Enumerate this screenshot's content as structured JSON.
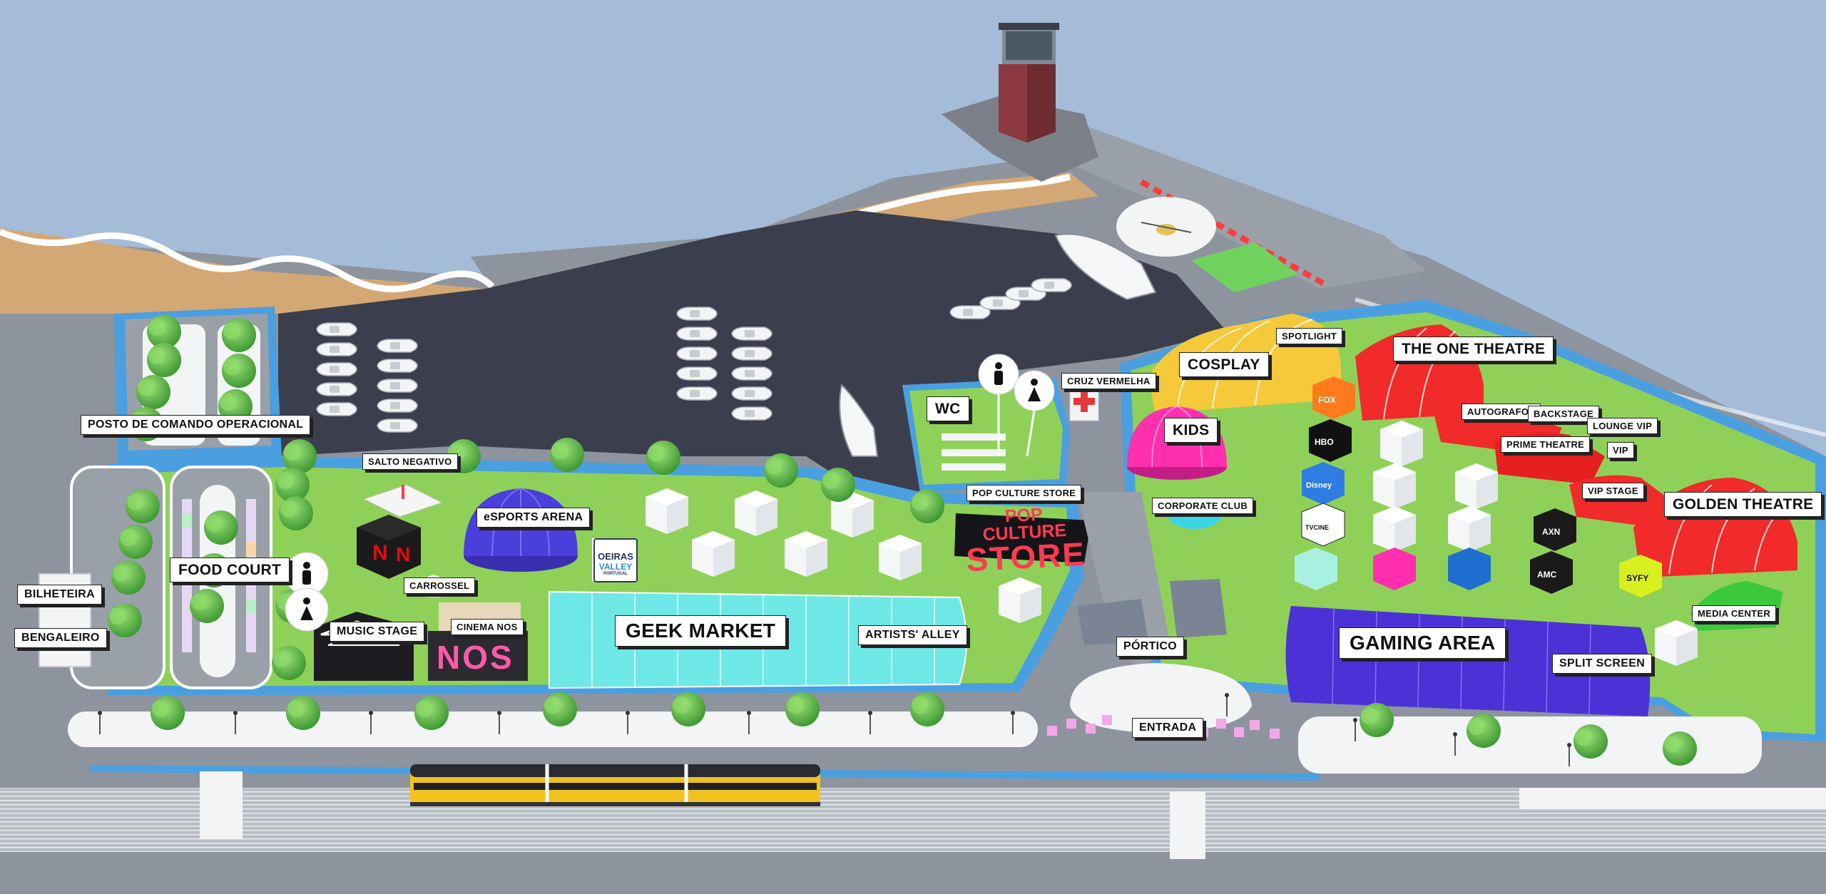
{
  "colors": {
    "sky": "#a4bcd8",
    "sand": "#d4a874",
    "water": "#3b3f4d",
    "grass": "#8fd158",
    "path": "#4a9fe0",
    "road": "#9aa0a8",
    "geek_market_tent": "#6ee8e6",
    "esports_dome": "#4b3fdc",
    "kids_dome": "#ff2fae",
    "cosplay_tent": "#f6c93a",
    "theatre_tents": "#f12a2a",
    "gaming_tent": "#4a32d6",
    "store_accent": "#ff3b52"
  },
  "labels": {
    "posto_comando": "POSTO DE COMANDO OPERACIONAL",
    "salto_negativo": "SALTO NEGATIVO",
    "esports_arena": "eSPORTS ARENA",
    "food_court": "FOOD COURT",
    "carrossel": "CARROSSEL",
    "bilheteira": "BILHETEIRA",
    "bengaleiro": "BENGALEIRO",
    "music_stage": "MUSIC STAGE",
    "cinema_nos": "CINEMA NOS",
    "geek_market": "GEEK MARKET",
    "artists_alley": "ARTISTS' ALLEY",
    "wc": "WC",
    "pop_culture_store": "POP CULTURE STORE",
    "cruz_vermelha": "CRUZ VERMELHA",
    "portico": "PÓRTICO",
    "entrada": "ENTRADA",
    "cosplay": "COSPLAY",
    "spotlight": "SPOTLIGHT",
    "kids": "KIDS",
    "corporate_club": "CORPORATE CLUB",
    "the_one_theatre": "THE ONE THEATRE",
    "autografos": "AUTOGRAFOS",
    "backstage": "BACKSTAGE",
    "lounge_vip": "LOUNGE VIP",
    "prime_theatre": "PRIME THEATRE",
    "vip": "VIP",
    "vip_stage": "VIP STAGE",
    "golden_theatre": "GOLDEN THEATRE",
    "gaming_area": "GAMING AREA",
    "split_screen": "SPLIT SCREEN",
    "media_center": "MEDIA CENTER"
  },
  "signage": {
    "store_line1": "POP CULTURE",
    "store_line2": "STORE",
    "nos_logo": "NOS",
    "oeiras_line1": "OEIRAS",
    "oeiras_line2": "VALLEY",
    "oeiras_line3": "PORTUGAL",
    "brand_cubes": [
      "FOX",
      "HBO",
      "Disney",
      "TVCINE",
      "AMC",
      "SYFY",
      "AXN"
    ]
  },
  "icons": [
    "restroom-male-icon",
    "restroom-female-icon",
    "red-cross-icon",
    "netflix-logo-icon",
    "helipad-icon",
    "boat-icon",
    "train-icon",
    "tree-icon"
  ]
}
